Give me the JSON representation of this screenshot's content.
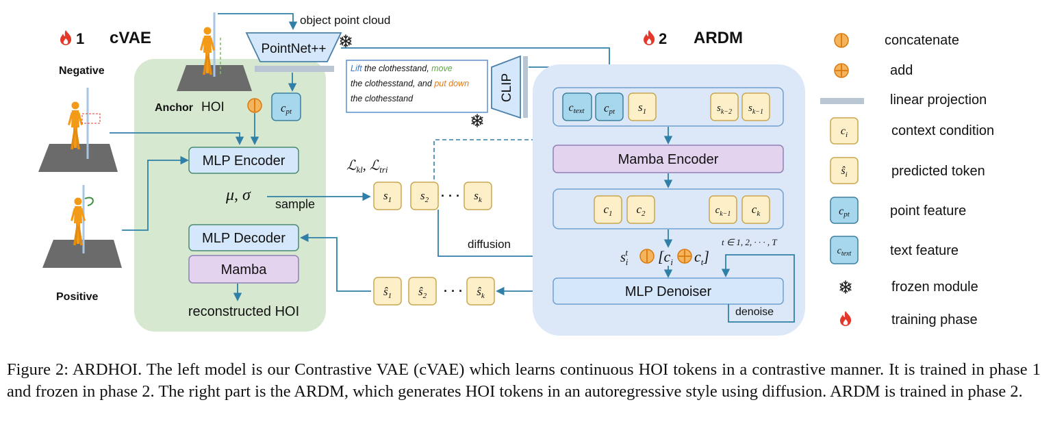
{
  "stage1": {
    "number": "1",
    "title": "cVAE"
  },
  "stage2": {
    "number": "2",
    "title": "ARDM"
  },
  "labels": {
    "negative": "Negative",
    "positive": "Positive",
    "anchor_bold": "Anchor",
    "anchor_rest": "HOI",
    "object_point_cloud": "object point cloud",
    "pointnet": "PointNet++",
    "clip": "CLIP",
    "mlp_encoder": "MLP Encoder",
    "mlp_decoder": "MLP Decoder",
    "mamba": "Mamba",
    "reconstructed": "reconstructed HOI",
    "mu_sigma": "μ, σ",
    "sample": "sample",
    "diffusion": "diffusion",
    "mamba_encoder": "Mamba Encoder",
    "mlp_denoiser": "MLP Denoiser",
    "denoise": "denoise",
    "ellipsis": "· · ·"
  },
  "prompt": {
    "lines": [
      [
        {
          "t": "Lift",
          "c": "#3a78c9"
        },
        {
          "t": " the clothesstand, ",
          "c": "#111111"
        },
        {
          "t": "move",
          "c": "#5aaa3c"
        }
      ],
      [
        {
          "t": "the clothesstand, and ",
          "c": "#111111"
        },
        {
          "t": "put down",
          "c": "#e07b1a"
        }
      ],
      [
        {
          "t": "the clothesstand",
          "c": "#111111"
        }
      ]
    ]
  },
  "legend": [
    {
      "icon": "concat",
      "label": "concatenate"
    },
    {
      "icon": "add",
      "label": "add"
    },
    {
      "icon": "proj",
      "label": "linear projection"
    },
    {
      "icon": "ci",
      "label": "context condition"
    },
    {
      "icon": "shat",
      "label": "predicted token"
    },
    {
      "icon": "cpt",
      "label": "point feature"
    },
    {
      "icon": "ctext",
      "label": "text feature"
    },
    {
      "icon": "snow",
      "label": "frozen module"
    },
    {
      "icon": "fire",
      "label": "training phase"
    }
  ],
  "colors": {
    "green_bg": "#d6e8cf",
    "blue_bg": "#dce8f7",
    "box_blue": "#d5e7fb",
    "box_purple": "#e3d3ee",
    "token_fill": "#fdf0c8",
    "token_stroke": "#c9a650",
    "feature_fill": "#a7d7ec",
    "feature_stroke": "#3c7f9d",
    "arrow": "#2f7fa6",
    "orange": "#e57a12",
    "fire_red": "#e4382b",
    "human": "#f39a18",
    "floor": "#6b6b6b"
  },
  "caption": "Figure 2: ARDHOI. The left model is our Contrastive VAE (cVAE) which learns continuous HOI tokens in a contrastive manner. It is trained in phase 1 and frozen in phase 2. The right part is the ARDM, which generates HOI tokens in an autoregressive style using diffusion. ARDM is trained in phase 2."
}
